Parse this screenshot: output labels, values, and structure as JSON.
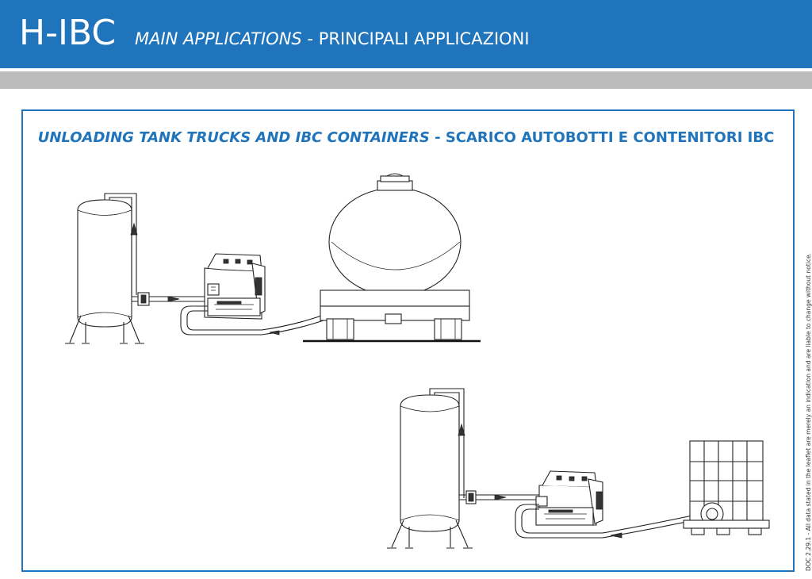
{
  "header": {
    "title": "H-IBC",
    "subtitle_italic": "MAIN APPLICATIONS",
    "subtitle_sep": " - ",
    "subtitle_normal": "PRINCIPALI APPLICAZIONI"
  },
  "section": {
    "title_italic": "UNLOADING TANK TRUCKS AND IBC CONTAINERS",
    "title_sep": " - ",
    "title_normal": "SCARICO AUTOBOTTI E CONTENITORI IBC"
  },
  "side_note": "DOC 2.29.1 -   All data stated in the leaflet are merely an indication and are liable to change without notice.",
  "colors": {
    "brand_blue": "#1f74bb",
    "grey_band": "#bcbcbc"
  }
}
